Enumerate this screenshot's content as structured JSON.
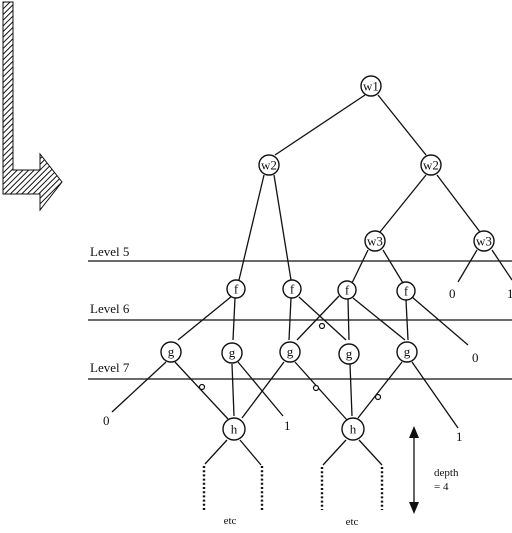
{
  "levels": [
    "Level 5",
    "Level 6",
    "Level 7"
  ],
  "nodes": {
    "w1": "w1",
    "w2_left": "w2",
    "w2_right": "w2",
    "w3_left": "w3",
    "w3_right": "w3",
    "f1": "f",
    "f2": "f",
    "f3": "f",
    "f4": "f",
    "g1": "g",
    "g2": "g",
    "g3": "g",
    "g4": "g",
    "g5": "g",
    "h1": "h",
    "h2": "h"
  },
  "leaves": {
    "zero_w3": "0",
    "one_w3": "1",
    "zero_g5": "0",
    "zero_g1": "0",
    "one_g2": "1",
    "one_g5": "1"
  },
  "depth": {
    "line1": "depth",
    "line2": "= 4"
  },
  "etc": [
    "etc",
    "etc"
  ]
}
